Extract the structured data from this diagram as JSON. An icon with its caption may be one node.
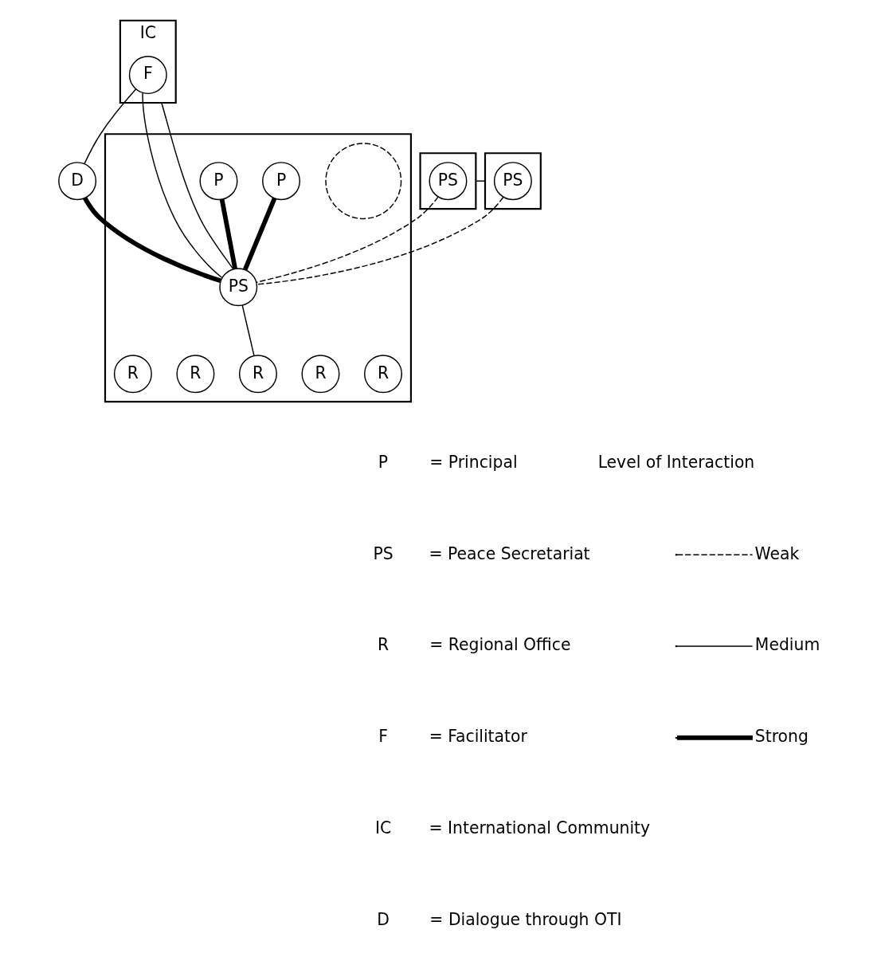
{
  "diagram": {
    "nodes": [
      {
        "text": [
          "IC"
        ]
      },
      {
        "text": [
          "F"
        ],
        "in": 0
      },
      {
        "text": [
          "D"
        ]
      },
      {
        "text": [],
        "shape": "triangle"
      },
      {
        "text": [
          "PS"
        ],
        "in": 3
      },
      {
        "text": [],
        "shape": "triangle"
      },
      {
        "text": [
          "PS"
        ],
        "in": 5
      },
      {
        "text": [],
        "shape": "triangle"
      },
      {
        "text": [],
        "shape": "circle",
        "in": 7
      },
      {
        "text": [
          "P"
        ],
        "in": 7
      },
      {
        "text": [
          "P"
        ],
        "in": 7
      },
      {
        "text": [
          "PS"
        ],
        "in": 7
      },
      {
        "text": [
          "R"
        ],
        "in": 7
      },
      {
        "text": [
          "R"
        ],
        "in": 7
      },
      {
        "text": [
          "R"
        ],
        "in": 7
      },
      {
        "text": [
          "R"
        ],
        "in": 7
      },
      {
        "text": [
          "R"
        ],
        "in": 7
      }
    ],
    "edges": [
      {
        "from": 1,
        "to": 2,
        "arrow": "none"
      },
      {
        "from": 2,
        "to": 11,
        "arrow": "none",
        "style": "thick"
      },
      {
        "from": 1,
        "to": 11,
        "arrow": "none"
      },
      {
        "from": 0,
        "to": 11,
        "arrow": "none"
      },
      {
        "from": 4,
        "to": 11,
        "arrow": "none",
        "style": "dashed"
      },
      {
        "from": 6,
        "to": 11,
        "arrow": "none",
        "style": "dashed"
      },
      {
        "from": 9,
        "to": 11,
        "arrow": "none",
        "style": "thick"
      },
      {
        "from": 10,
        "to": 11,
        "arrow": "none",
        "style": "thick"
      },
      {
        "from": 11,
        "to": 14,
        "arrow": "none"
      },
      {
        "from": 3,
        "to": 5,
        "arrow": "none"
      }
    ],
    "labels": [
      "P",
      "= Principal",
      "PS",
      "= Peace Secretariat",
      "R",
      "= Regional Office",
      "F",
      "= Facilitator",
      "IC",
      "= International Community",
      "D",
      "= Dialogue through OTI",
      "Level of Interaction"
    ],
    "legend": [
      {
        "text": "Weak"
      },
      {
        "text": "Medium"
      },
      {
        "text": "Strong"
      }
    ]
  }
}
